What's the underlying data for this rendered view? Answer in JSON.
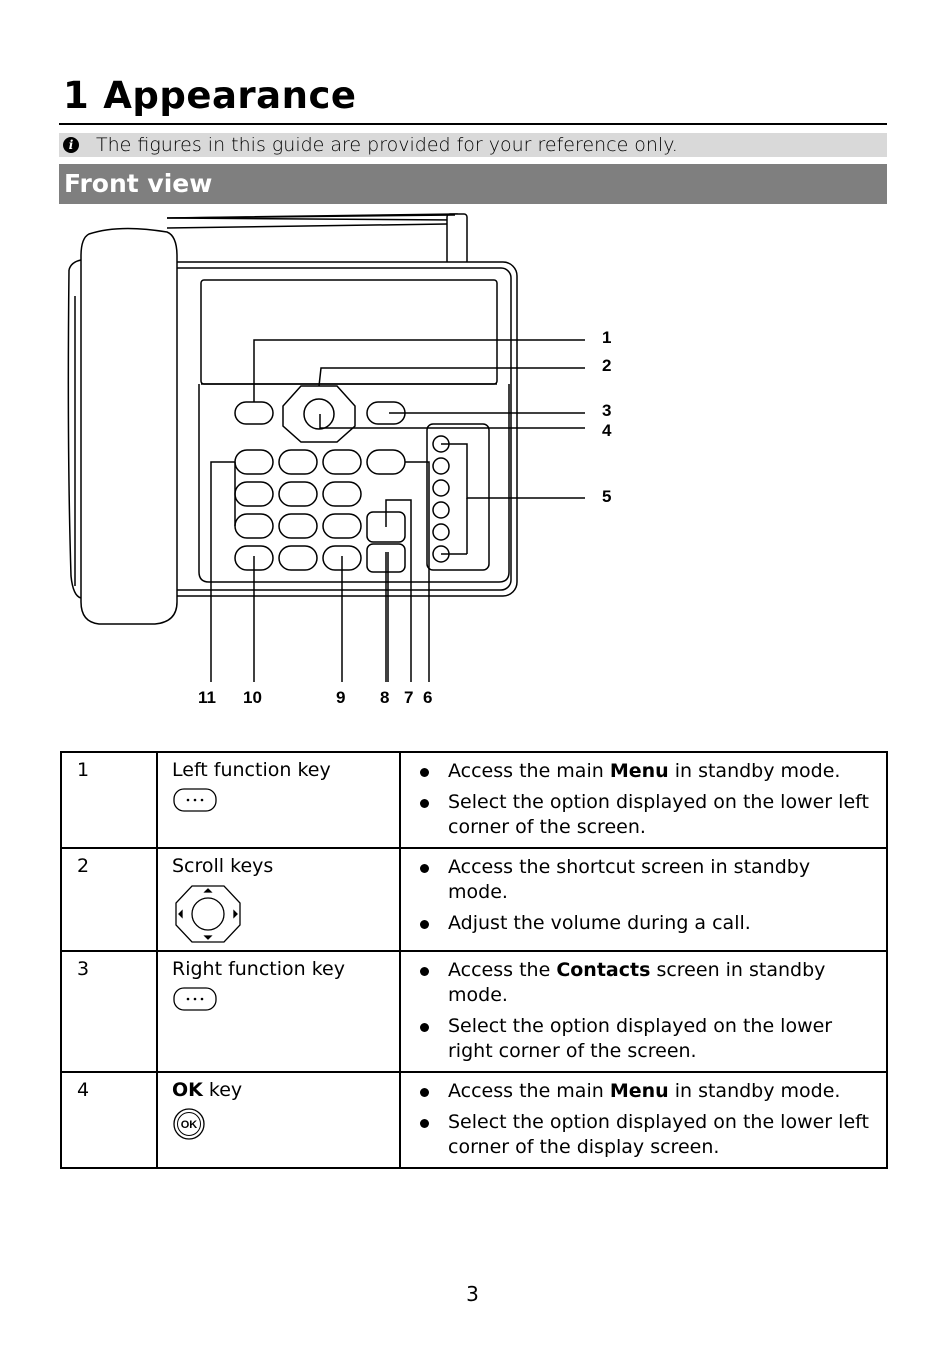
{
  "heading": {
    "number": "1",
    "title": "Appearance"
  },
  "note": {
    "icon": "info-icon",
    "text": "The figures in this guide are provided for your reference only."
  },
  "section": {
    "title": "Front view"
  },
  "figure": {
    "callouts_right": [
      "1",
      "2",
      "3",
      "4",
      "5"
    ],
    "callouts_bottom": [
      "11",
      "10",
      "9",
      "8",
      "7",
      "6"
    ]
  },
  "table": {
    "rows": [
      {
        "num": "1",
        "name": "Left function key",
        "icon": "function-key-icon",
        "bullets": [
          {
            "pre": "Access the main ",
            "bold": "Menu",
            "post": " in standby mode."
          },
          {
            "pre": "Select the option displayed on the lower left corner of the screen.",
            "bold": "",
            "post": ""
          }
        ]
      },
      {
        "num": "2",
        "name": "Scroll keys",
        "icon": "scroll-keys-icon",
        "bullets": [
          {
            "pre": "Access the shortcut screen in standby mode.",
            "bold": "",
            "post": ""
          },
          {
            "pre": "Adjust the volume during a call.",
            "bold": "",
            "post": ""
          }
        ]
      },
      {
        "num": "3",
        "name": "Right function key",
        "icon": "function-key-icon",
        "bullets": [
          {
            "pre": "Access the ",
            "bold": "Contacts",
            "post": " screen in standby mode."
          },
          {
            "pre": "Select the option displayed on the lower right corner of the screen.",
            "bold": "",
            "post": ""
          }
        ]
      },
      {
        "num": "4",
        "name_bold": "OK",
        "name": " key",
        "icon": "ok-key-icon",
        "icon_label": "OK",
        "bullets": [
          {
            "pre": "Access the main ",
            "bold": "Menu",
            "post": " in standby mode."
          },
          {
            "pre": "Select the option displayed on the lower left corner of the display screen.",
            "bold": "",
            "post": ""
          }
        ]
      }
    ]
  },
  "page_number": "3"
}
